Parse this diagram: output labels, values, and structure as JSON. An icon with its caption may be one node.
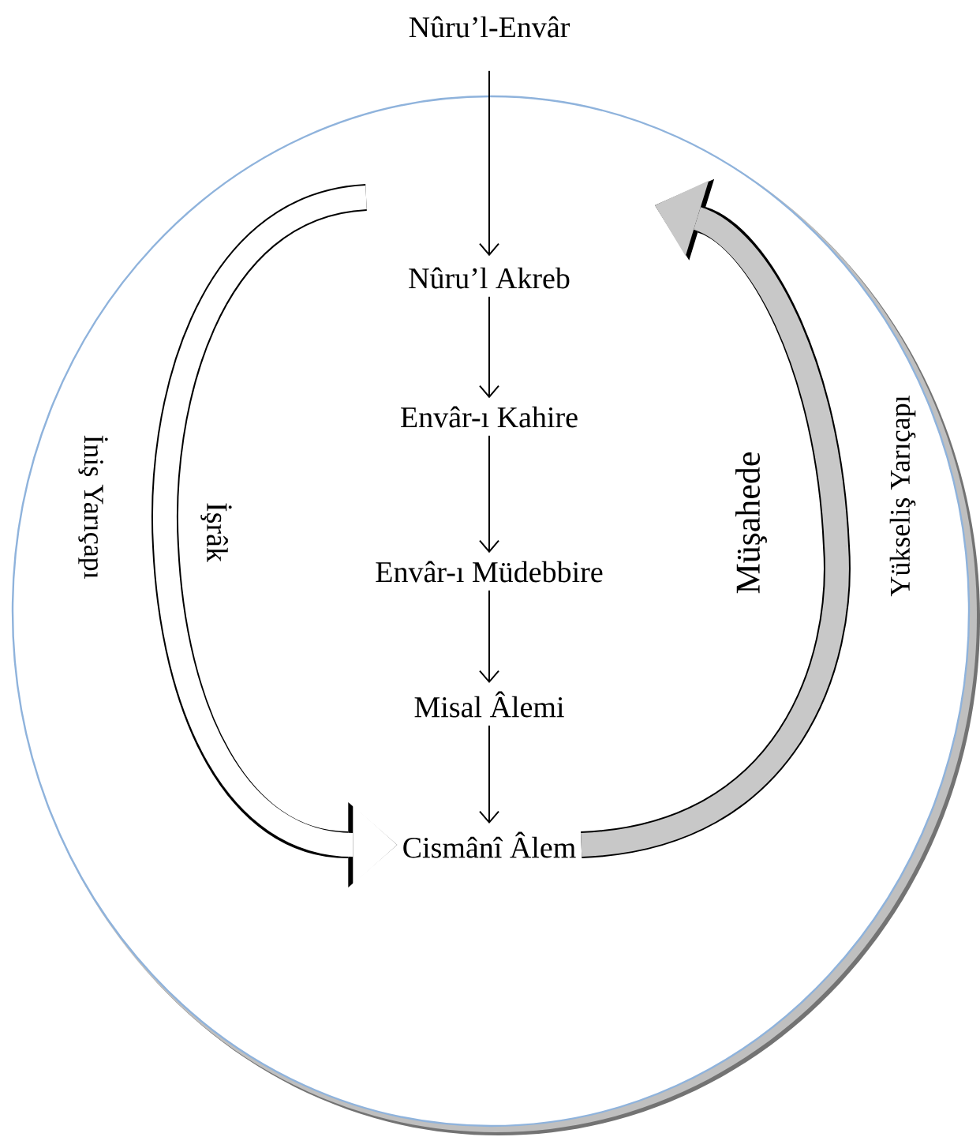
{
  "diagram": {
    "nodes": [
      {
        "text": [
          "Nûru’l-Envâr"
        ]
      },
      {
        "text": [
          "Nûru’l Akreb"
        ]
      },
      {
        "text": [
          "Envâr-ı Kahire"
        ]
      },
      {
        "text": [
          "Envâr-ı Müdebbire"
        ]
      },
      {
        "text": [
          "Misal Âlemi"
        ]
      },
      {
        "text": [
          "Cismânî Âlem"
        ]
      }
    ],
    "edges": [
      {
        "from": 0,
        "to": 1,
        "arrow": "to"
      },
      {
        "from": 1,
        "to": 2,
        "arrow": "to"
      },
      {
        "from": 2,
        "to": 3,
        "arrow": "to"
      },
      {
        "from": 3,
        "to": 4,
        "arrow": "to"
      },
      {
        "from": 4,
        "to": 5,
        "arrow": "to"
      },
      {
        "from": null,
        "to": 5,
        "arrow": "to",
        "label": "İşrâk",
        "style": "thick",
        "color": "#ffffff"
      },
      {
        "from": 5,
        "to": null,
        "arrow": "to",
        "label": "Müşahede",
        "style": "thick",
        "color": "#c8c8c8"
      }
    ],
    "labels": [
      "İniş Yarıçapı",
      "Yükseliş Yarıçapı"
    ]
  }
}
